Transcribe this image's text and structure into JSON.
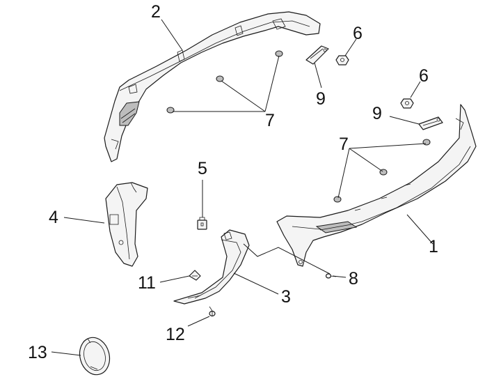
{
  "callouts": {
    "c1": "1",
    "c2": "2",
    "c3": "3",
    "c4": "4",
    "c5": "5",
    "c6a": "6",
    "c6b": "6",
    "c7a": "7",
    "c7b": "7",
    "c8": "8",
    "c9a": "9",
    "c9b": "9",
    "c11": "11",
    "c12": "12",
    "c13": "13"
  }
}
